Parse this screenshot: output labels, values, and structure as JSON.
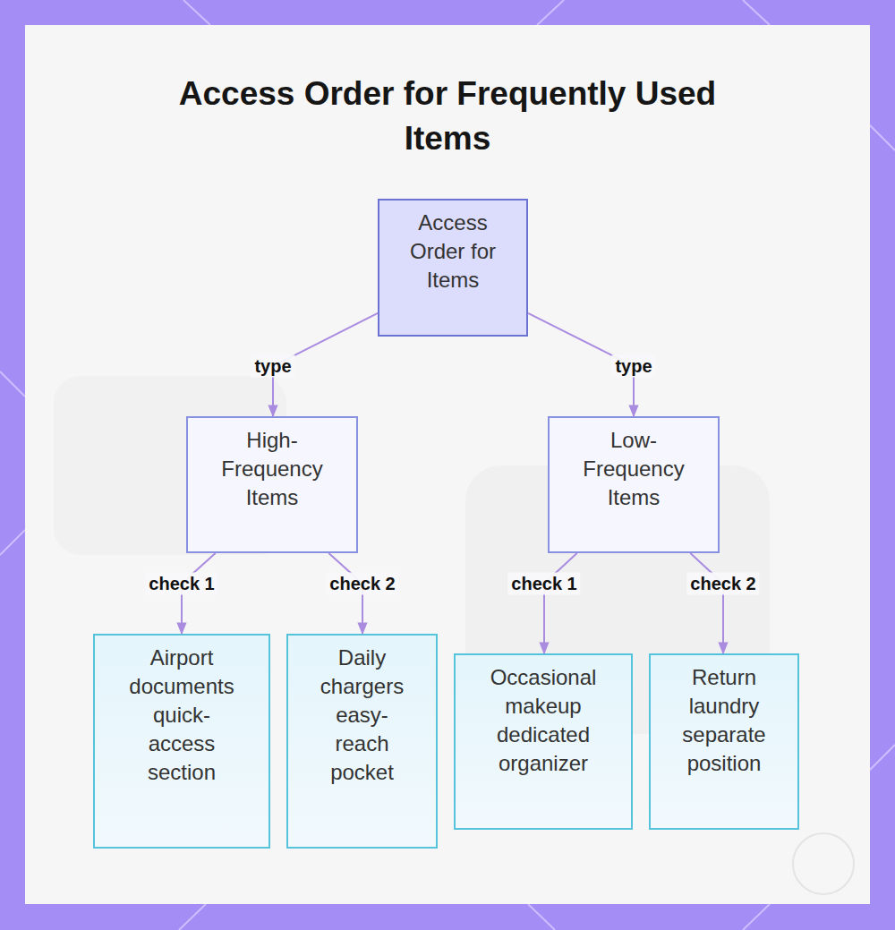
{
  "diagram": {
    "title": "Access Order for Frequently Used Items",
    "nodes": [
      {
        "text": [
          "Access Order for Items"
        ]
      },
      {
        "text": [
          "High-Frequency Items"
        ]
      },
      {
        "text": [
          "Low-Frequency Items"
        ]
      },
      {
        "text": [
          "Airport documents quick-access section"
        ]
      },
      {
        "text": [
          "Daily chargers easy-reach pocket"
        ]
      },
      {
        "text": [
          "Occasional makeup dedicated organizer"
        ]
      },
      {
        "text": [
          "Return laundry separate position"
        ]
      }
    ],
    "edges": [
      {
        "from": 0,
        "to": 1,
        "arrow": "to",
        "label": "type"
      },
      {
        "from": 0,
        "to": 2,
        "arrow": "to",
        "label": "type"
      },
      {
        "from": 1,
        "to": 3,
        "arrow": "to",
        "label": "check 1"
      },
      {
        "from": 1,
        "to": 4,
        "arrow": "to",
        "label": "check 2"
      },
      {
        "from": 2,
        "to": 5,
        "arrow": "to",
        "label": "check 1"
      },
      {
        "from": 2,
        "to": 6,
        "arrow": "to",
        "label": "check 2"
      }
    ]
  }
}
